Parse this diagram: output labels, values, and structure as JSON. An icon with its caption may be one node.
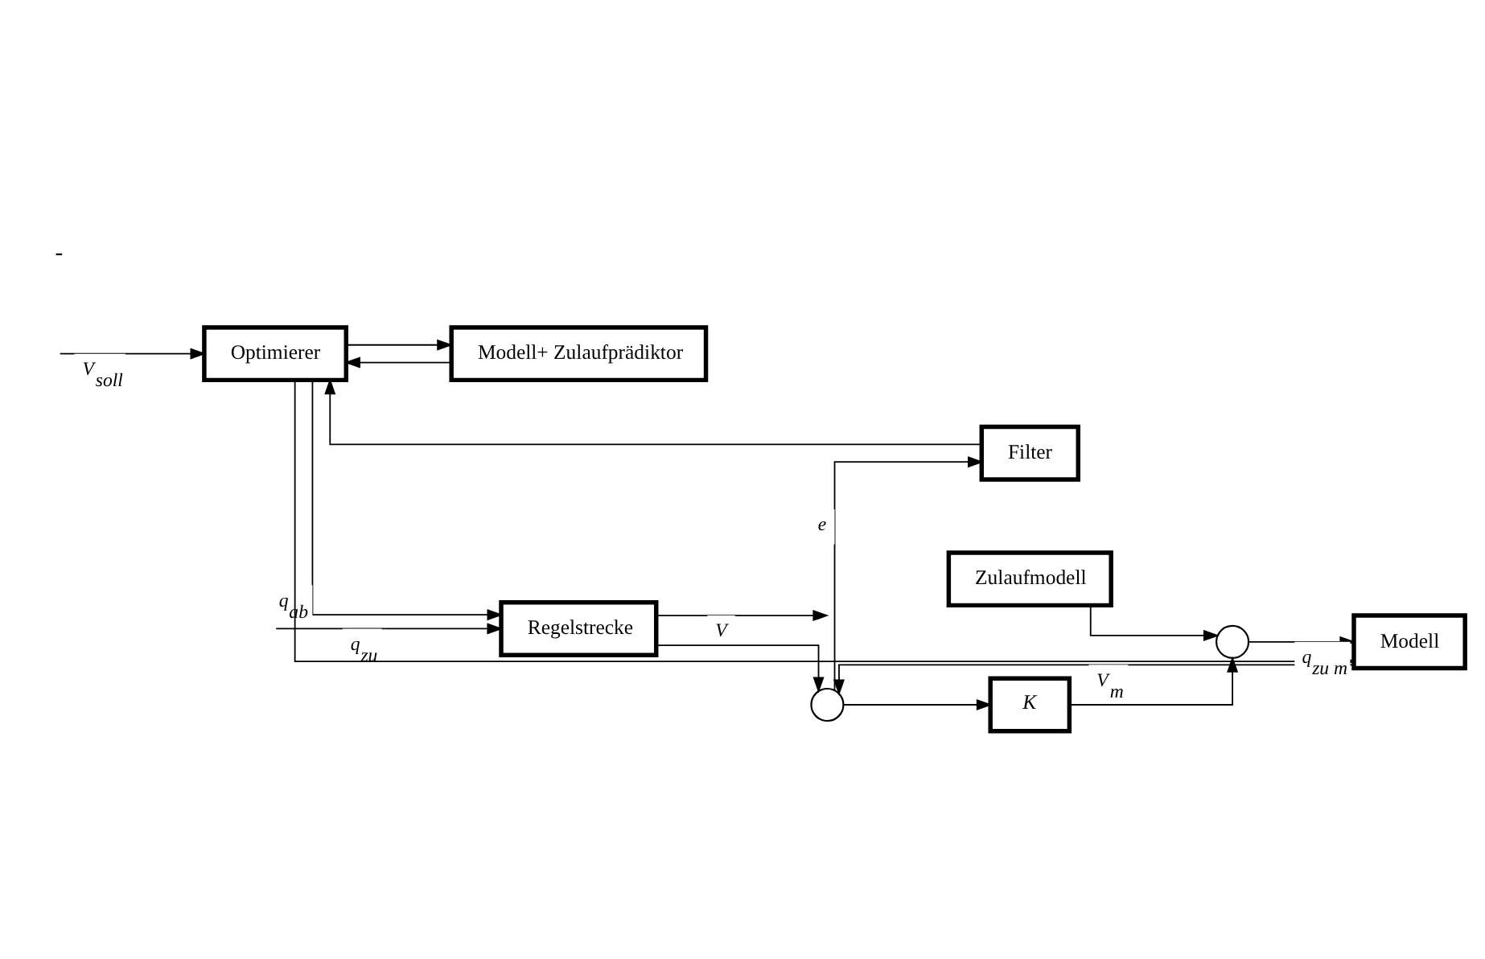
{
  "diagram": {
    "nodes": [
      {
        "text": [
          "Modell+ Zulaufprädiktor"
        ]
      },
      {
        "text": [
          "Optimierer"
        ]
      },
      {
        "text": [
          "Regelstrecke"
        ]
      },
      {
        "text": [
          "Modell"
        ]
      },
      {
        "text": [
          "Zulaufmodell"
        ]
      },
      {
        "text": [],
        "shape": "circle"
      },
      {
        "text": [
          "*K*"
        ]
      },
      {
        "text": [],
        "shape": "circle"
      },
      {
        "text": [
          "Filter"
        ]
      }
    ],
    "edges": [
      {
        "from": null,
        "to": 1,
        "arrow": "to",
        "label": "V$_{soll}$"
      },
      {
        "from": 1,
        "to": 0,
        "arrow": "to"
      },
      {
        "from": 0,
        "to": 1,
        "arrow": "to"
      },
      {
        "from": 1,
        "to": 2,
        "arrow": "to",
        "label": "q$_{ab}$"
      },
      {
        "from": 1,
        "to": 3,
        "arrow": "to"
      },
      {
        "from": null,
        "to": 2,
        "arrow": "to",
        "label": "q$_{zu}$"
      },
      {
        "from": 2,
        "to": null,
        "arrow": "to",
        "label": "V"
      },
      {
        "from": 2,
        "to": 7,
        "arrow": "to"
      },
      {
        "from": 3,
        "to": 7,
        "arrow": "to",
        "label": "V$_{m}$"
      },
      {
        "from": 4,
        "to": 5,
        "arrow": "to"
      },
      {
        "from": 6,
        "to": 5,
        "arrow": "to"
      },
      {
        "from": 5,
        "to": 3,
        "arrow": "to",
        "label": "q$_{zu m}$"
      },
      {
        "from": 7,
        "to": 8,
        "arrow": "to",
        "label": "e"
      },
      {
        "from": 7,
        "to": 6,
        "arrow": "to"
      },
      {
        "from": 8,
        "to": 1,
        "arrow": "to"
      }
    ],
    "labels": [
      "-"
    ]
  }
}
